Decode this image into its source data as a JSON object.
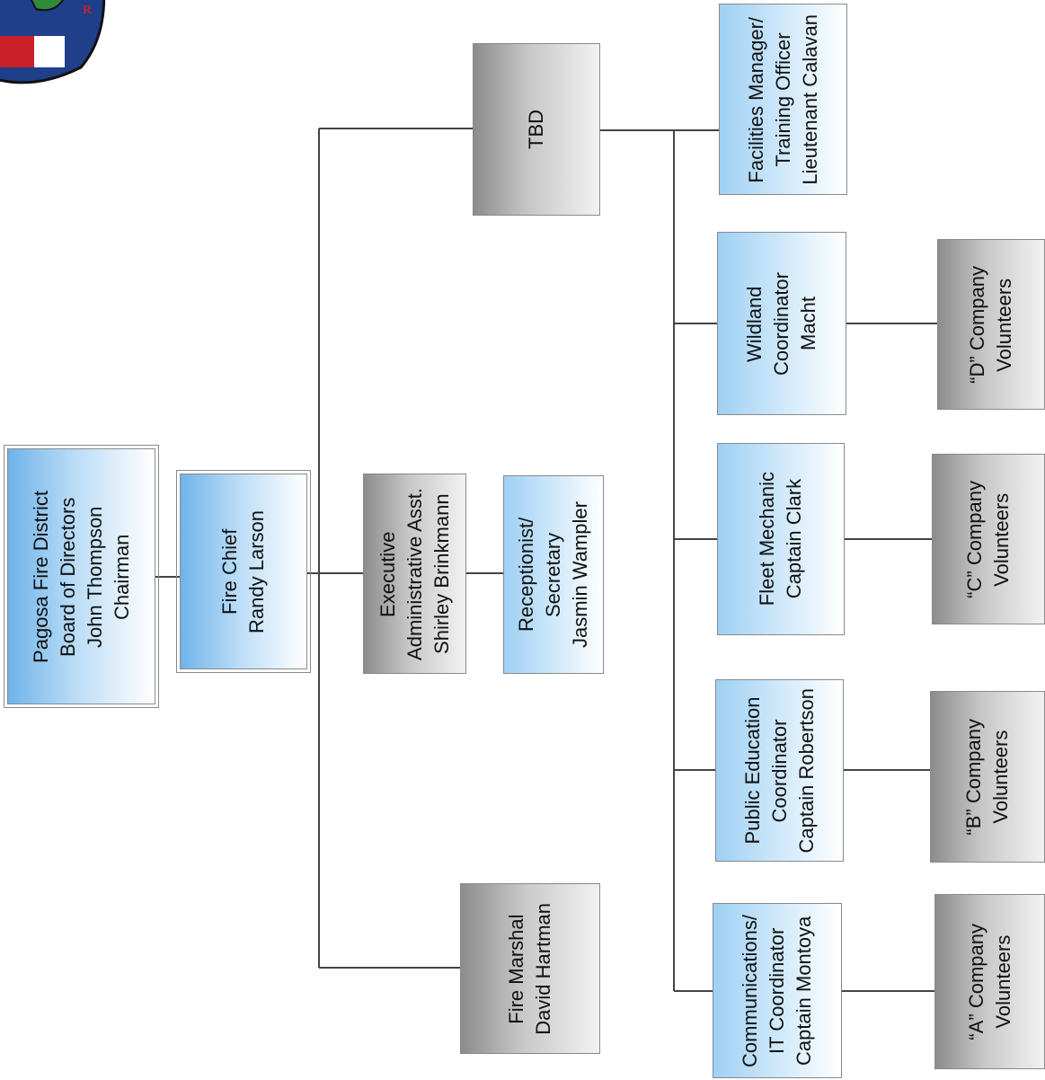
{
  "logo": {
    "name": "fire-district-logo",
    "letters": "R"
  },
  "nodes": {
    "board": "Pagosa Fire District\nBoard of Directors\nJohn Thompson\nChairman",
    "chief": "Fire Chief\nRandy Larson",
    "exec_asst": "Executive\nAdministrative Asst.\nShirley Brinkmann",
    "receptionist": "Receptionist/\nSecretary\nJasmin Wampler",
    "tbd": "TBD",
    "fire_marshal": "Fire Marshal\nDavid Hartman",
    "facilities": "Facilities Manager/\nTraining Officer\nLieutenant Calavan",
    "wildland": "Wildland\nCoordinator\nMacht",
    "fleet": "Fleet Mechanic\nCaptain Clark",
    "public_ed": "Public Education\nCoordinator\nCaptain Robertson",
    "comms": "Communications/\nIT Coordinator\nCaptain Montoya",
    "company_d": "“D” Company\nVolunteers",
    "company_c": "“C” Company\nVolunteers",
    "company_b": "“B” Company\nVolunteers",
    "company_a": "“A” Company\nVolunteers"
  }
}
